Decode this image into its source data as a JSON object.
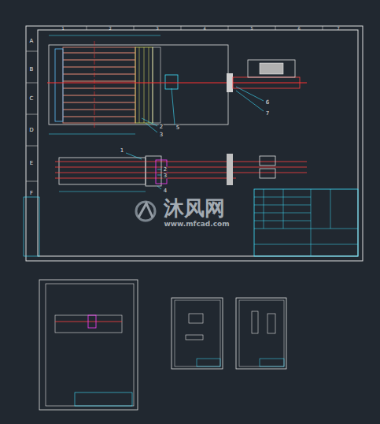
{
  "diagram": {
    "labels": [
      "A",
      "B",
      "C",
      "D",
      "E",
      "F",
      "1",
      "2",
      "3",
      "4",
      "5",
      "6",
      "7",
      "2",
      "3",
      "5",
      "6",
      "7",
      "1",
      "2",
      "3",
      "4",
      "沐风网",
      "www.mfcad.com"
    ]
  }
}
